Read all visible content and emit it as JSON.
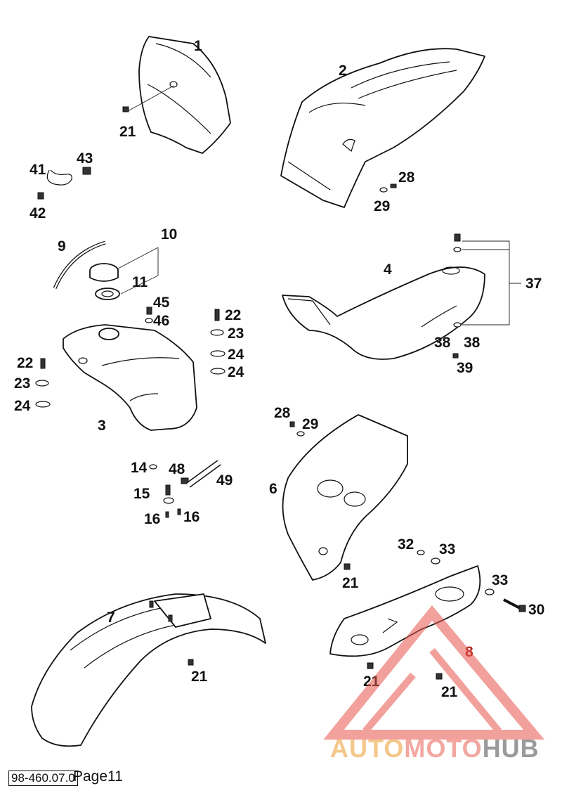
{
  "diagram": {
    "callouts": {
      "c1": "1",
      "c2": "2",
      "c3": "3",
      "c4": "4",
      "c6": "6",
      "c7": "7",
      "c8": "8",
      "c9": "9",
      "c10": "10",
      "c11": "11",
      "c14": "14",
      "c15": "15",
      "c16a": "16",
      "c16b": "16",
      "c21_a": "21",
      "c21_b": "21",
      "c21_c": "21",
      "c21_d": "21",
      "c21_e": "21",
      "c22_a": "22",
      "c22_b": "22",
      "c23_a": "23",
      "c23_b": "23",
      "c24_a": "24",
      "c24_b": "24",
      "c24_c": "24",
      "c28_a": "28",
      "c28_b": "28",
      "c29_a": "29",
      "c29_b": "29",
      "c30": "30",
      "c32": "32",
      "c33_a": "33",
      "c33_b": "33",
      "c37": "37",
      "c38_a": "38",
      "c38_b": "38",
      "c39": "39",
      "c41": "41",
      "c42": "42",
      "c43": "43",
      "c45": "45",
      "c46": "46",
      "c48": "48",
      "c49": "49"
    }
  },
  "footer": {
    "doc_number": "98-460.07.0",
    "page_label": "Page11"
  },
  "watermark": {
    "word_auto": "AUTO",
    "word_moto": "MOTO",
    "word_hub": "HUB",
    "colors": {
      "triangle": "#e8534a",
      "auto": "#f4c78a",
      "moto": "#f2a7a1",
      "hub": "#9a9a9a"
    }
  }
}
